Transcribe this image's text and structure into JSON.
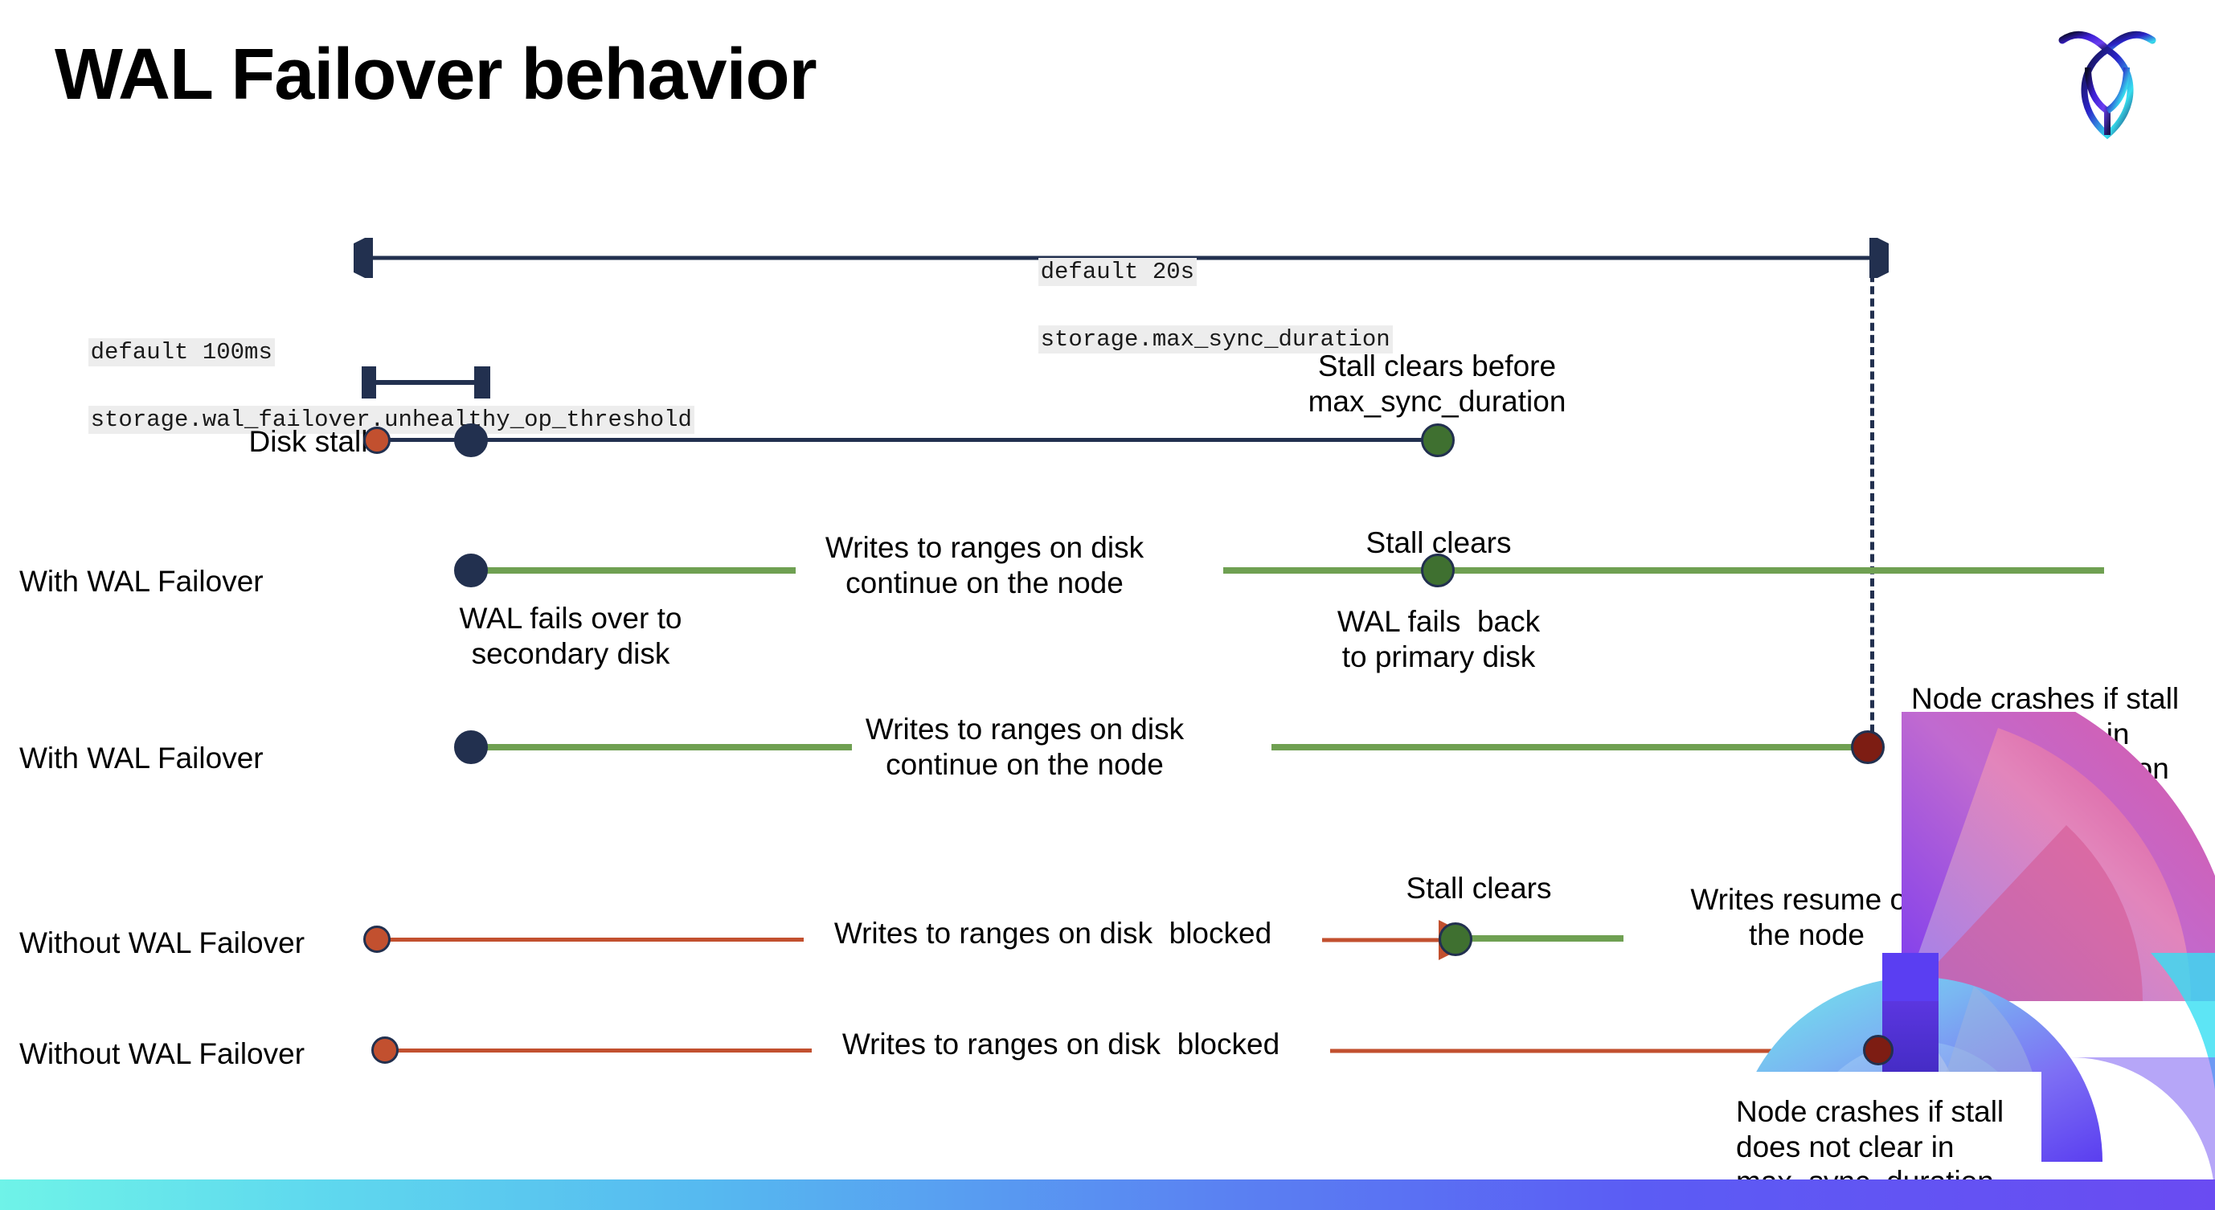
{
  "slide": {
    "title": "WAL Failover behavior",
    "logo_name": "cockroachdb-logo"
  },
  "settings": {
    "max_sync": {
      "default": "default 20s",
      "name": "storage.max_sync_duration"
    },
    "unhealthy": {
      "default": "default 100ms",
      "name": "storage.wal_failover.unhealthy_op_threshold"
    }
  },
  "rows": [
    {
      "label": "Disk stalls",
      "annotations": [
        "Stall clears before\nmax_sync_duration"
      ]
    },
    {
      "label": "With WAL Failover",
      "annotations": [
        "Writes to ranges on disk\ncontinue on the node",
        "Stall clears",
        "WAL fails over to\nsecondary disk",
        "WAL fails  back\nto primary disk"
      ]
    },
    {
      "label": "With WAL Failover",
      "annotations": [
        "Writes to ranges on disk\ncontinue on the node",
        "Node crashes if stall\ndoes not clear in\nmax_sync_duration"
      ]
    },
    {
      "label": "Without WAL Failover",
      "annotations": [
        "Writes to ranges on disk  blocked",
        "Stall clears",
        "Writes resume on\nthe node"
      ]
    },
    {
      "label": "Without WAL Failover",
      "annotations": [
        "Writes to ranges on disk  blocked",
        "Node crashes if stall\ndoes not clear in\nmax_sync_duration"
      ]
    }
  ],
  "colors": {
    "navy": "#22304f",
    "green_line": "#6fa052",
    "green_dot": "#3f7030",
    "red_line": "#c2502f",
    "orange_dot": "#c2502f",
    "dark_red_dot": "#7d1d13",
    "code_chip_bg": "#ededed"
  }
}
